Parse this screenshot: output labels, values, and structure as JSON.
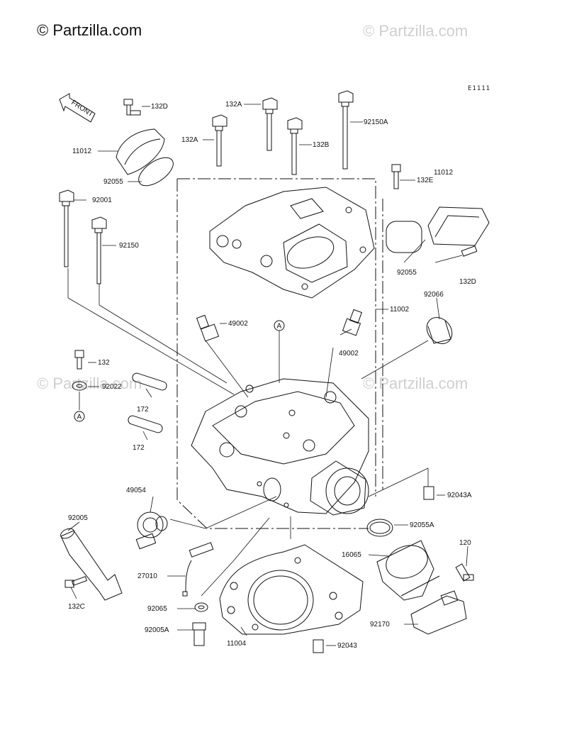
{
  "header": {
    "brand": "© Partzilla.com",
    "watermark": "© Partzilla.com",
    "diagram_code": "E1111"
  },
  "front_arrow": {
    "label": "FRONT"
  },
  "callouts": {
    "c132D_top": "132D",
    "c11012_left": "11012",
    "c92055_left": "92055",
    "c132A_top": "132A",
    "c132A_left": "132A",
    "c132B": "132B",
    "c92150A": "92150A",
    "c132E": "132E",
    "c11012_right": "11012",
    "c92055_right": "92055",
    "c132D_right": "132D",
    "c92001": "92001",
    "c92150": "92150",
    "c92066": "92066",
    "c11002": "11002",
    "c49002_left": "49002",
    "c49002_right": "49002",
    "cA_top": "A",
    "c132": "132",
    "c92022": "92022",
    "cA_left": "A",
    "c172_top": "172",
    "c172_bottom": "172",
    "c49054": "49054",
    "c92043A": "92043A",
    "c92005": "92005",
    "c92055A": "92055A",
    "c120": "120",
    "c16065": "16065",
    "c27010": "27010",
    "c132C": "132C",
    "c92065": "92065",
    "c92170": "92170",
    "c92005A": "92005A",
    "c11004": "11004",
    "c92043": "92043"
  }
}
